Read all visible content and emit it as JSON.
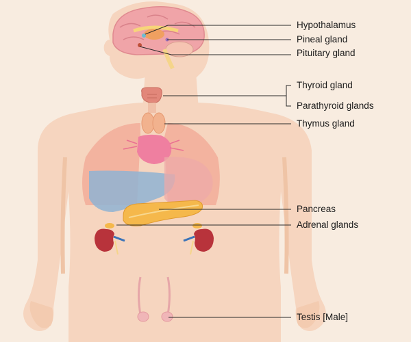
{
  "colors": {
    "background": "#f8ece0",
    "body": "#f6d5bf",
    "body_shadow": "#efc4a6",
    "leader_line": "#2a2a2a",
    "brain": "#f0a4a8",
    "thyroid": "#e2877a",
    "thymus": "#f2b28e",
    "heart": "#ef7fa0",
    "lungs": "#f2a794",
    "liver": "#8fb3d2",
    "stomach": "#eeaaa8",
    "pancreas": "#f5b84b",
    "kidney": "#b8333b",
    "testis": "#f0b6b8"
  },
  "labels": {
    "hypothalamus": "Hypothalamus",
    "pineal": "Pineal gland",
    "pituitary": "Pituitary gland",
    "thyroid": "Thyroid gland",
    "parathyroid": "Parathyroid glands",
    "thymus": "Thymus gland",
    "pancreas": "Pancreas",
    "adrenal": "Adrenal glands",
    "testis": "Testis [Male]"
  }
}
